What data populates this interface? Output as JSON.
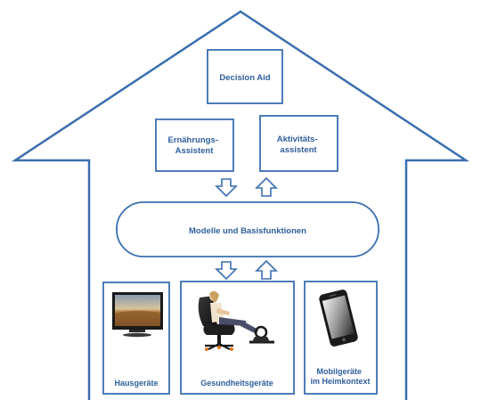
{
  "colors": {
    "outline": "#3a6fb0",
    "text": "#2e5f9c",
    "background": "#ffffff"
  },
  "boxes": {
    "decision_aid": "Decision Aid",
    "nutrition": [
      "Ernährungs-",
      "Assistent"
    ],
    "activity": [
      "Aktivitäts-",
      "assistent"
    ],
    "models": "Modelle und Basisfunktionen"
  },
  "devices": {
    "household": {
      "label": "Hausgeräte",
      "icon": "television-icon"
    },
    "health": {
      "label": "Gesundheitsgeräte",
      "icon": "exercise-chair-icon"
    },
    "mobile": {
      "label": [
        "Mobilgeräte",
        "im Heimkontext"
      ],
      "icon": "smartphone-icon"
    }
  }
}
